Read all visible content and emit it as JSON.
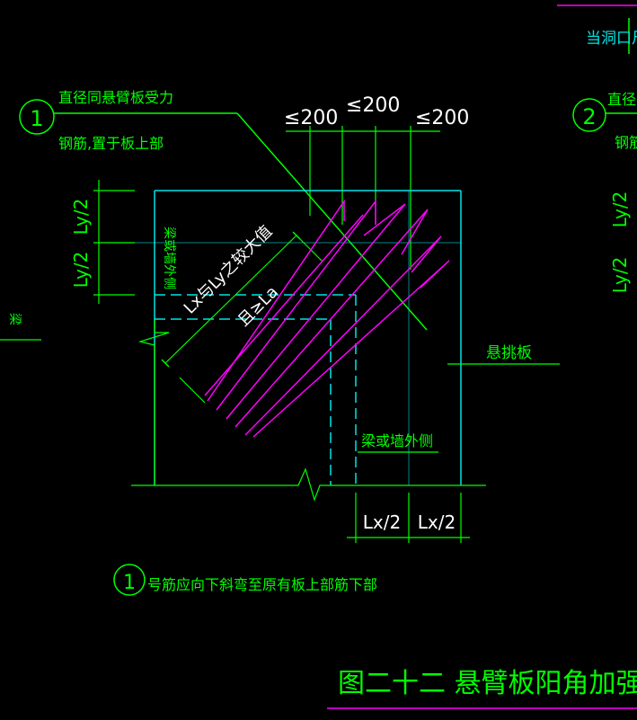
{
  "colors": {
    "background": "#000000",
    "green": "#00ff00",
    "cyan": "#00e5e5",
    "magenta": "#ff00ff",
    "white": "#ffffff"
  },
  "top_right_note": "当洞口尺",
  "callout_1": {
    "number": "1",
    "line1": "直径同悬臂板受力",
    "line2": "钢筋,置于板上部"
  },
  "callout_2": {
    "number": "2",
    "line1": "直径",
    "line2": "钢筋"
  },
  "spacing_labels": [
    "≤200",
    "≤200",
    "≤200"
  ],
  "left_dims": [
    "Ly/2",
    "Ly/2"
  ],
  "right_partial_dims": [
    "Ly/2",
    "Ly/2"
  ],
  "bottom_dims": [
    "Lx/2",
    "Lx/2"
  ],
  "diagonal_dim_1": "Lx与Ly之较大值",
  "diagonal_dim_2": "且≥La",
  "beam_wall_outer_vertical": "梁或墙外侧",
  "beam_wall_outer_bottom": "梁或墙外侧",
  "cantilever_slab": "悬挑板",
  "left_edge_beam": "梁",
  "note_1": {
    "number": "1",
    "text": "号筋应向下斜弯至原有板上部筋下部"
  },
  "figure_title": "图二十二  悬臂板阳角加强筋大样"
}
